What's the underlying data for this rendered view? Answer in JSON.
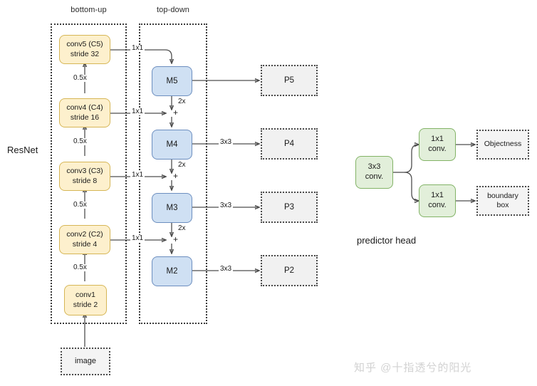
{
  "diagram": {
    "title_left": "ResNet",
    "section_labels": {
      "bottom_up": "bottom-up",
      "top_down": "top-down"
    },
    "backbone": {
      "blocks": [
        {
          "line1": "conv5 (C5)",
          "line2": "stride 32"
        },
        {
          "line1": "conv4 (C4)",
          "line2": "stride 16"
        },
        {
          "line1": "conv3 (C3)",
          "line2": "stride 8"
        },
        {
          "line1": "conv2 (C2)",
          "line2": "stride 4"
        },
        {
          "line1": "conv1",
          "line2": "stride 2"
        }
      ],
      "downsample_labels": [
        "0.5x",
        "0.5x",
        "0.5x",
        "0.5x"
      ],
      "input": "image"
    },
    "lateral_labels": [
      "1x1",
      "1x1",
      "1x1",
      "1x1"
    ],
    "merge_symbol": "+",
    "upsample_labels": [
      "2x",
      "2x",
      "2x"
    ],
    "topdown": {
      "blocks": [
        "M5",
        "M4",
        "M3",
        "M2"
      ]
    },
    "outputs": {
      "labels": [
        "P5",
        "P4",
        "P3",
        "P2"
      ],
      "conv_labels": [
        "",
        "3x3",
        "3x3",
        "3x3"
      ]
    },
    "predictor_head": {
      "caption": "predictor head",
      "stem": {
        "line1": "3x3",
        "line2": "conv."
      },
      "branches": [
        {
          "conv_line1": "1x1",
          "conv_line2": "conv.",
          "out_line1": "Objectness",
          "out_line2": ""
        },
        {
          "conv_line1": "1x1",
          "conv_line2": "conv.",
          "out_line1": "boundary",
          "out_line2": "box"
        }
      ]
    },
    "watermark": "知乎 @十指透兮的阳光",
    "colors": {
      "conv_fill": "#fdf0cd",
      "conv_stroke": "#d6b656",
      "m_fill": "#cfe0f3",
      "m_stroke": "#6c8ebf",
      "p_fill": "#f1f1f1",
      "p_stroke": "#4a4a4a",
      "green_fill": "#e2efda",
      "green_stroke": "#82b366",
      "edge": "#4d4d4d",
      "watermark": "#d2d2d2"
    }
  }
}
